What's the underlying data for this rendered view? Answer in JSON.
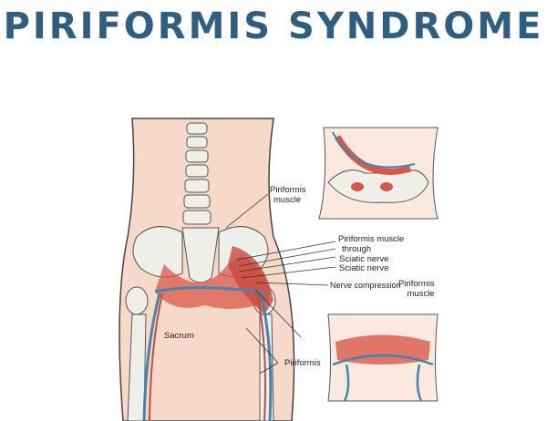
{
  "title": "Piriformis Syndrome",
  "labels": {
    "piriformis_muscle_top": [
      "Piriformis",
      "muscle"
    ],
    "piriformis_through": [
      "Piriformis muscle",
      "through"
    ],
    "sciatic_nerve_1": "Sciatic nerve",
    "sciatic_nerve_2": "Sciatic nerve",
    "nerve_compression": "Nerve compression",
    "piriformis_muscle_right": [
      "Piriformis",
      "muscle"
    ],
    "sacrum": "Sacrum",
    "piriformis_bottom": "Piriformis"
  },
  "colors": {
    "title": "#2e5f80",
    "skin": "#f6d9c8",
    "muscle": "#d9574a",
    "nerve": "#3f86b0",
    "bone": "#eeeeea"
  }
}
